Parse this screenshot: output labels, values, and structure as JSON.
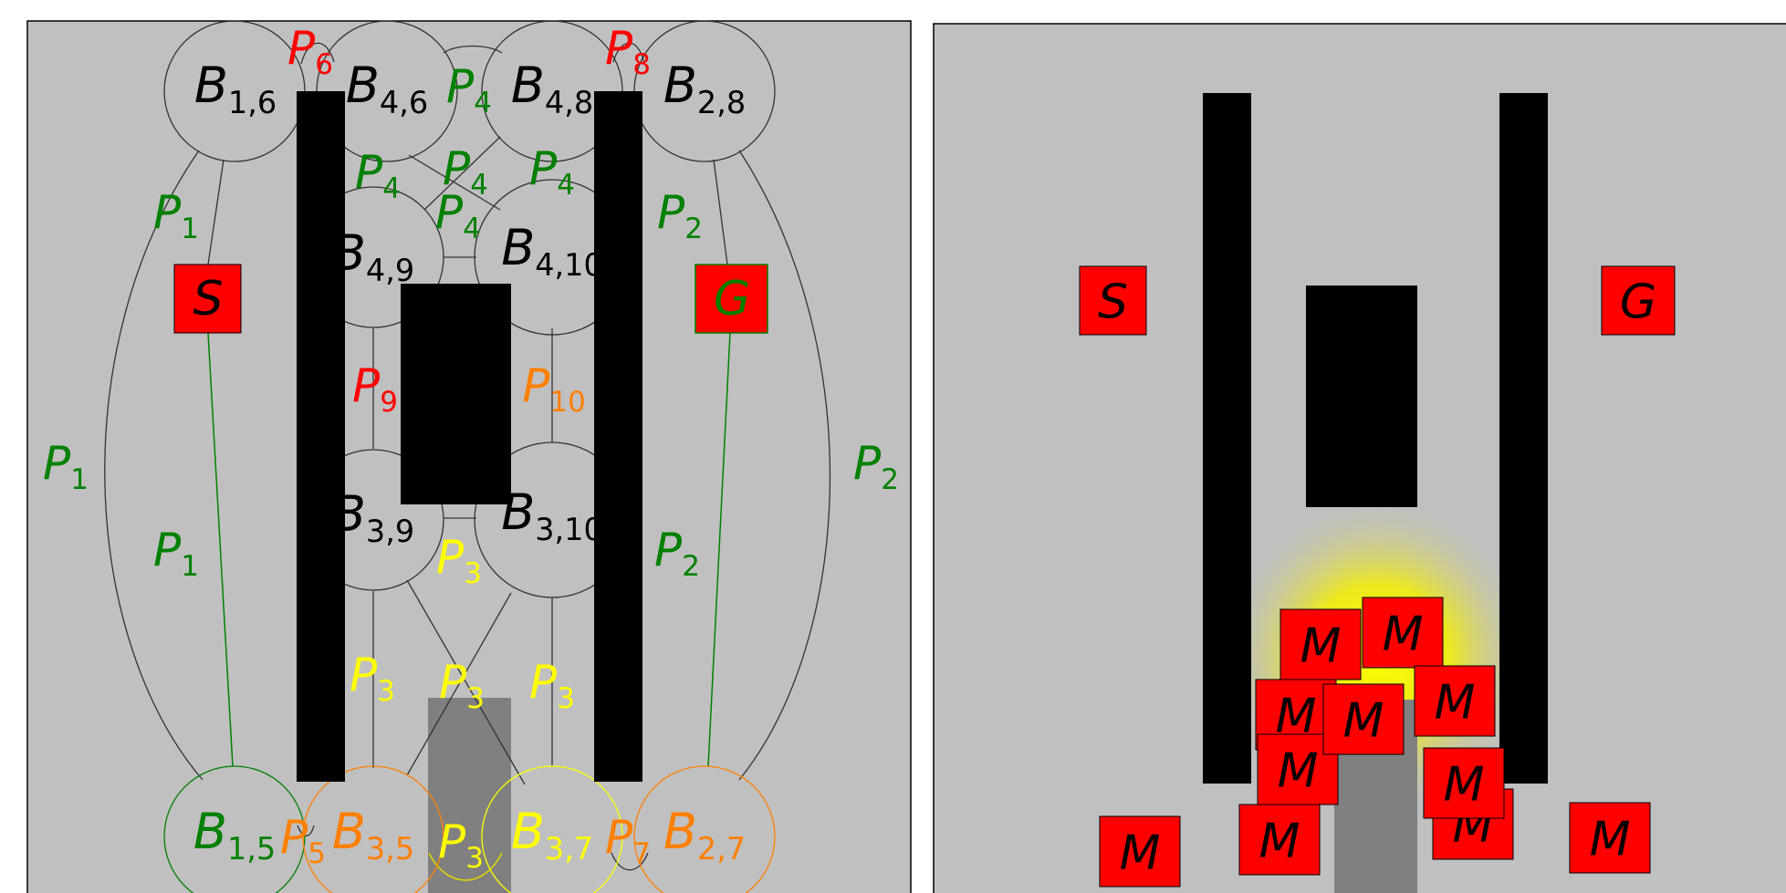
{
  "colors": {
    "background": "#c0c0c0",
    "black": "#000000",
    "red": "#ff0000",
    "green": "#008000",
    "orange": "#ff8000",
    "yellow": "#ffff00",
    "gray": "#808080"
  },
  "left_panel": {
    "balls": [
      {
        "id": "b16",
        "main": "B",
        "sub": "1,6",
        "color": "black"
      },
      {
        "id": "b46",
        "main": "B",
        "sub": "4,6",
        "color": "black"
      },
      {
        "id": "b48",
        "main": "B",
        "sub": "4,8",
        "color": "black"
      },
      {
        "id": "b28",
        "main": "B",
        "sub": "2,8",
        "color": "black"
      },
      {
        "id": "b49",
        "main": "B",
        "sub": "4,9",
        "color": "black"
      },
      {
        "id": "b410",
        "main": "B",
        "sub": "4,10",
        "color": "black"
      },
      {
        "id": "b39",
        "main": "B",
        "sub": "3,9",
        "color": "black"
      },
      {
        "id": "b310",
        "main": "B",
        "sub": "3,10",
        "color": "black"
      },
      {
        "id": "b15",
        "main": "B",
        "sub": "1,5",
        "color": "green"
      },
      {
        "id": "b35",
        "main": "B",
        "sub": "3,5",
        "color": "orange"
      },
      {
        "id": "b37",
        "main": "B",
        "sub": "3,7",
        "color": "yellow"
      },
      {
        "id": "b27",
        "main": "B",
        "sub": "2,7",
        "color": "orange"
      }
    ],
    "path_labels": [
      {
        "main": "P",
        "sub": "6",
        "color": "red"
      },
      {
        "main": "P",
        "sub": "8",
        "color": "red"
      },
      {
        "main": "P",
        "sub": "4",
        "color": "green"
      },
      {
        "main": "P",
        "sub": "4",
        "color": "green"
      },
      {
        "main": "P",
        "sub": "4",
        "color": "green"
      },
      {
        "main": "P",
        "sub": "4",
        "color": "green"
      },
      {
        "main": "P",
        "sub": "4",
        "color": "green"
      },
      {
        "main": "P",
        "sub": "1",
        "color": "green"
      },
      {
        "main": "P",
        "sub": "1",
        "color": "green"
      },
      {
        "main": "P",
        "sub": "1",
        "color": "green"
      },
      {
        "main": "P",
        "sub": "2",
        "color": "green"
      },
      {
        "main": "P",
        "sub": "2",
        "color": "green"
      },
      {
        "main": "P",
        "sub": "2",
        "color": "green"
      },
      {
        "main": "P",
        "sub": "9",
        "color": "red"
      },
      {
        "main": "P",
        "sub": "10",
        "color": "orange"
      },
      {
        "main": "P",
        "sub": "3",
        "color": "yellow"
      },
      {
        "main": "P",
        "sub": "3",
        "color": "yellow"
      },
      {
        "main": "P",
        "sub": "3",
        "color": "yellow"
      },
      {
        "main": "P",
        "sub": "3",
        "color": "yellow"
      },
      {
        "main": "P",
        "sub": "3",
        "color": "yellow"
      },
      {
        "main": "P",
        "sub": "5",
        "color": "orange"
      },
      {
        "main": "P",
        "sub": "7",
        "color": "orange"
      }
    ],
    "start_label": "S",
    "goal_label": "G"
  },
  "right_panel": {
    "start_label": "S",
    "goal_label": "G",
    "marker_label": "M",
    "marker_count": 11
  }
}
